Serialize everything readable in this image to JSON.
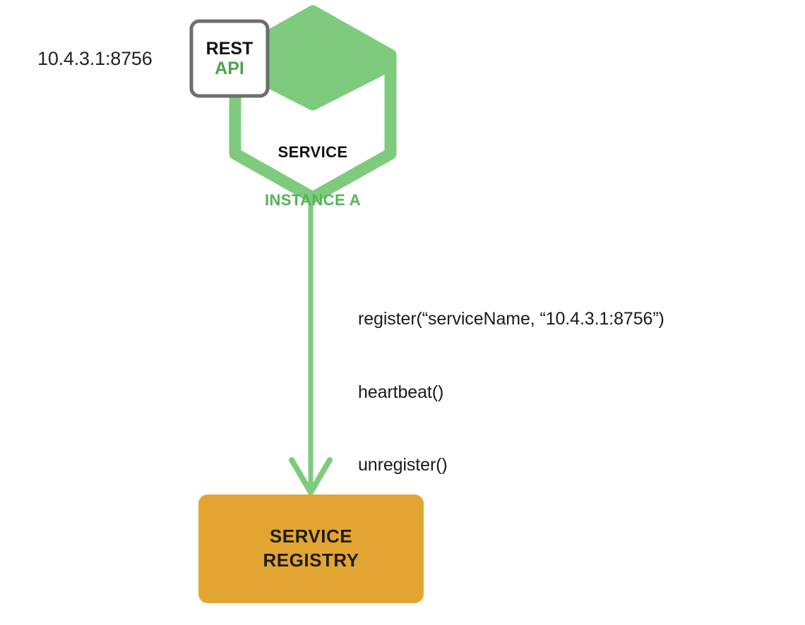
{
  "diagram": {
    "title": "Service instance registering with service registry",
    "colors": {
      "green_fill": "#7ECB7E",
      "green_stroke": "#7ECB7E",
      "green_text": "#56b356",
      "api_green_text": "#4ba34b",
      "orange_fill": "#E3A532",
      "box_border_gray": "#6e6e6e",
      "text_dark": "#1a1a1a",
      "background": "#ffffff"
    },
    "ip_address": {
      "label": "10.4.3.1:8756"
    },
    "rest_api_box": {
      "line1": "REST",
      "line2": "API"
    },
    "service_instance": {
      "line1": "SERVICE",
      "line2": "INSTANCE A"
    },
    "registry_calls": {
      "line1": "register(“serviceName, “10.4.3.1:8756”)",
      "line2": "heartbeat()",
      "line3": "unregister()"
    },
    "service_registry": {
      "line1": "SERVICE",
      "line2": "REGISTRY"
    }
  }
}
